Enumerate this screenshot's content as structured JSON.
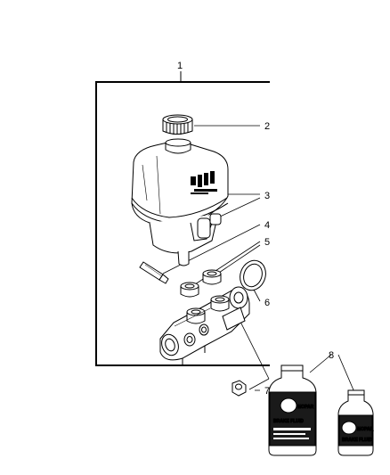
{
  "diagram": {
    "callouts": {
      "c1": "1",
      "c2": "2",
      "c3": "3",
      "c4": "4",
      "c5": "5",
      "c6": "6",
      "c7": "7",
      "c8": "8"
    },
    "bottle_labels": {
      "large_brand": "MOPAR",
      "large_product": "BRAKE FLUID",
      "small_brand": "MOPAR",
      "small_product": "BRAKE FLUID"
    }
  }
}
